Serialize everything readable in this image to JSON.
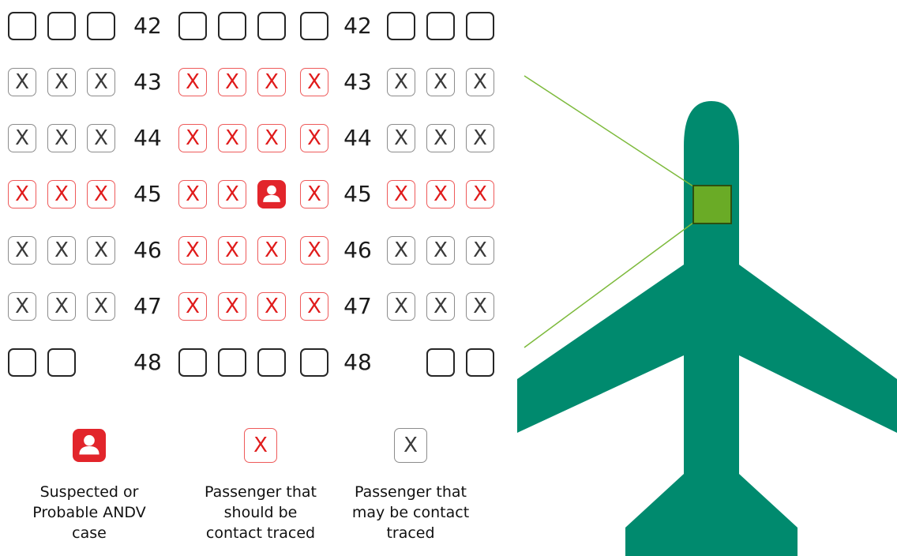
{
  "diagram": {
    "aisle_rows": [
      {
        "row": "42",
        "left": [
          "empty",
          "empty",
          "empty"
        ],
        "middle": [
          "empty",
          "empty",
          "empty",
          "empty"
        ],
        "right": [
          "empty",
          "empty",
          "empty"
        ]
      },
      {
        "row": "43",
        "left": [
          "traced-may",
          "traced-may",
          "traced-may"
        ],
        "middle": [
          "traced-should",
          "traced-should",
          "traced-should",
          "traced-should"
        ],
        "right": [
          "traced-may",
          "traced-may",
          "traced-may"
        ]
      },
      {
        "row": "44",
        "left": [
          "traced-may",
          "traced-may",
          "traced-may"
        ],
        "middle": [
          "traced-should",
          "traced-should",
          "traced-should",
          "traced-should"
        ],
        "right": [
          "traced-may",
          "traced-may",
          "traced-may"
        ]
      },
      {
        "row": "45",
        "left": [
          "traced-should",
          "traced-should",
          "traced-should"
        ],
        "middle": [
          "traced-should",
          "traced-should",
          "case",
          "traced-should"
        ],
        "right": [
          "traced-should",
          "traced-should",
          "traced-should"
        ]
      },
      {
        "row": "46",
        "left": [
          "traced-may",
          "traced-may",
          "traced-may"
        ],
        "middle": [
          "traced-should",
          "traced-should",
          "traced-should",
          "traced-should"
        ],
        "right": [
          "traced-may",
          "traced-may",
          "traced-may"
        ]
      },
      {
        "row": "47",
        "left": [
          "traced-may",
          "traced-may",
          "traced-may"
        ],
        "middle": [
          "traced-should",
          "traced-should",
          "traced-should",
          "traced-should"
        ],
        "right": [
          "traced-may",
          "traced-may",
          "traced-may"
        ]
      },
      {
        "row": "48",
        "left": [
          "empty",
          "empty",
          "none"
        ],
        "middle": [
          "empty",
          "empty",
          "empty",
          "empty"
        ],
        "right": [
          "none",
          "empty",
          "empty"
        ]
      }
    ],
    "seat_mark": "X",
    "colors": {
      "should_trace": "#e01b1b",
      "may_trace": "#8c8c8c",
      "case": "#e2252b",
      "plane": "#008a6e",
      "highlight": "#6aab26",
      "connector": "#7dba3c"
    },
    "icons": {
      "case": "person-icon",
      "traced": "x-mark-icon",
      "plane": "airplane-icon"
    },
    "legend": [
      {
        "kind": "case",
        "label": "Suspected or\nProbable ANDV\ncase"
      },
      {
        "kind": "traced-should",
        "label": "Passenger that\nshould be\ncontact traced"
      },
      {
        "kind": "traced-may",
        "label": "Passenger that\nmay be contact\ntraced"
      }
    ]
  }
}
